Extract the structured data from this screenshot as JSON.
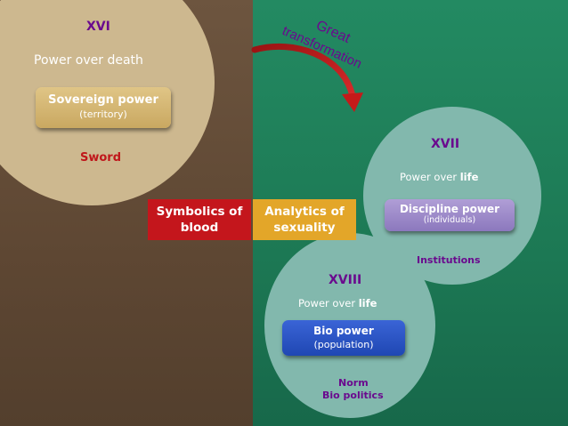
{
  "xvi": {
    "label": "XVI",
    "power": "Power over death",
    "pill_main": "Sovereign power",
    "pill_sub": "(territory)",
    "symbol": "Sword"
  },
  "xvii": {
    "label": "XVII",
    "power_prefix": "Power over ",
    "power_bold": "life",
    "pill_main": "Discipline power",
    "pill_sub": "(individuals)",
    "symbol": "Institutions"
  },
  "xviii": {
    "label": "XVIII",
    "power_prefix": "Power over ",
    "power_bold": "life",
    "pill_main": "Bio power",
    "pill_sub": "(population)",
    "symbol_line1": "Norm",
    "symbol_line2": "Bio politics"
  },
  "boxes": {
    "blood_line1": "Symbolics of",
    "blood_line2": "blood",
    "sex_line1": "Analytics of",
    "sex_line2": "sexuality"
  },
  "transformation": {
    "line1": "Great",
    "line2": "transformation"
  },
  "colors": {
    "left_bg": "#6d553f",
    "right_bg": "#238a62",
    "xvi_circle": "#cdb88f",
    "circle_teal": "#82b8ad",
    "roman_purple": "#6a0a8e",
    "sword_red": "#c0171b",
    "blood_red": "#c4161c",
    "sexuality_gold": "#e3a629",
    "arrow_red": "#c41a1a"
  }
}
